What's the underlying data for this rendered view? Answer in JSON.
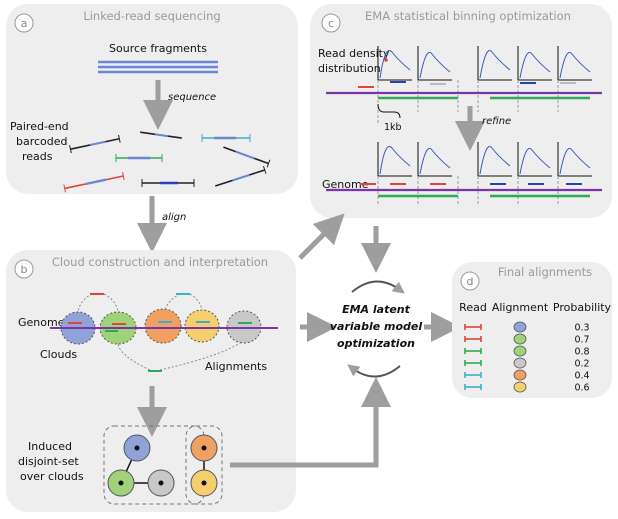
{
  "panels": {
    "a": {
      "letter": "a",
      "title": "Linked-read sequencing",
      "source_label": "Source fragments",
      "sequence_label": "sequence",
      "reads_label": [
        "Paired-end",
        "barcoded",
        "reads"
      ]
    },
    "b": {
      "letter": "b",
      "title": "Cloud construction and interpretation",
      "genome_label": "Genome",
      "clouds_label": "Clouds",
      "alignments_label": "Alignments",
      "induced_label": [
        "Induced",
        "disjoint-set",
        "over clouds"
      ]
    },
    "c": {
      "letter": "c",
      "title": "EMA statistical binning optimization",
      "density_label": [
        "Read density",
        "distribution"
      ],
      "scale_label": "1kb",
      "refine_label": "refine",
      "genome_label": "Genome"
    },
    "d": {
      "letter": "d",
      "title": "Final alignments",
      "col_read": "Read",
      "col_alignment": "Alignment",
      "col_probability": "Probability",
      "rows": [
        {
          "read_color": "#e0443c",
          "cloud_color": "#8fa3d8",
          "probability": "0.3"
        },
        {
          "read_color": "#e0443c",
          "cloud_color": "#9fd27a",
          "probability": "0.7"
        },
        {
          "read_color": "#2eaa57",
          "cloud_color": "#9fd27a",
          "probability": "0.8"
        },
        {
          "read_color": "#2eaa57",
          "cloud_color": "#c8c8c8",
          "probability": "0.2"
        },
        {
          "read_color": "#3ab0c8",
          "cloud_color": "#f0a061",
          "probability": "0.4"
        },
        {
          "read_color": "#3ab0c8",
          "cloud_color": "#f5cf6e",
          "probability": "0.6"
        }
      ]
    }
  },
  "center": {
    "title_lines": [
      "EMA latent",
      "variable model",
      "optimization"
    ]
  },
  "arrows": {
    "align_label": "align"
  },
  "colors": {
    "panel_bg": "#eeeeee",
    "arrow": "#9e9e9e",
    "genome": "#7a35a8",
    "read_blue": "#2b3fb5",
    "read_red": "#e0443c",
    "read_green": "#2eaa57",
    "read_teal": "#3ab0c8",
    "cloud_blue": "#8fa3d8",
    "cloud_green": "#9fd27a",
    "cloud_orange": "#f0a061",
    "cloud_gray": "#c8c8c8",
    "cloud_yellow": "#f5cf6e"
  }
}
